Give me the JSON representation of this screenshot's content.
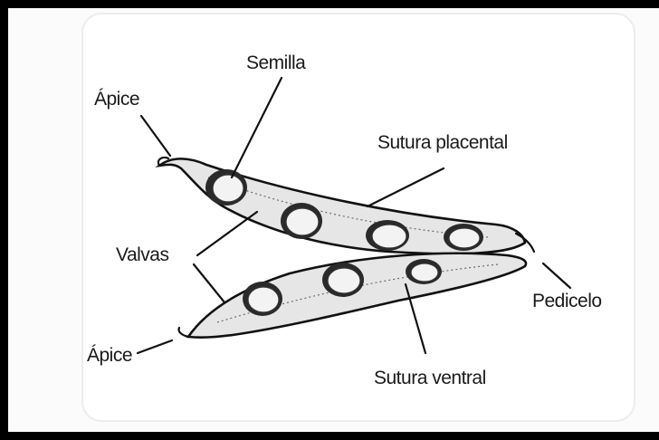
{
  "diagram": {
    "labels": {
      "semilla": "Semilla",
      "apice_top": "Ápice",
      "sutura_placental": "Sutura placental",
      "valvas": "Valvas",
      "pedicelo": "Pedicelo",
      "apice_bottom": "Ápice",
      "sutura_ventral": "Sutura ventral"
    }
  }
}
